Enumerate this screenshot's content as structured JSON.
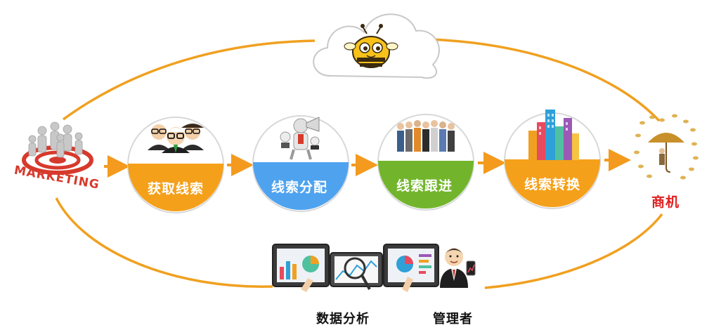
{
  "colors": {
    "cycle_line": "#f0a020",
    "arrow": "#f39a1f",
    "orange": "#f5a01a",
    "blue": "#4fa3ee",
    "green": "#72b52c",
    "bee_yellow": "#f8c21a",
    "red": "#d63a2c",
    "accent_text": "#e02020"
  },
  "left_logo": {
    "text": "MARKETING",
    "icon": "target-people-icon"
  },
  "stages": [
    {
      "label": "获取线索",
      "color": "orange",
      "icon": "business-team-icon"
    },
    {
      "label": "线索分配",
      "color": "blue",
      "icon": "megaphone-robot-icon"
    },
    {
      "label": "线索跟进",
      "color": "green",
      "icon": "crowd-people-icon"
    },
    {
      "label": "线索转换",
      "color": "orange",
      "icon": "city-buildings-icon"
    }
  ],
  "outcome": {
    "label": "商机",
    "icon": "money-umbrella-icon"
  },
  "top_cloud": {
    "icon": "cloud-bee-mascot-icon"
  },
  "bottom": {
    "analysis_label": "数据分析",
    "manager_label": "管理者",
    "analysis_icon": "dashboard-screens-icon",
    "manager_icon": "businessman-tablet-icon"
  }
}
